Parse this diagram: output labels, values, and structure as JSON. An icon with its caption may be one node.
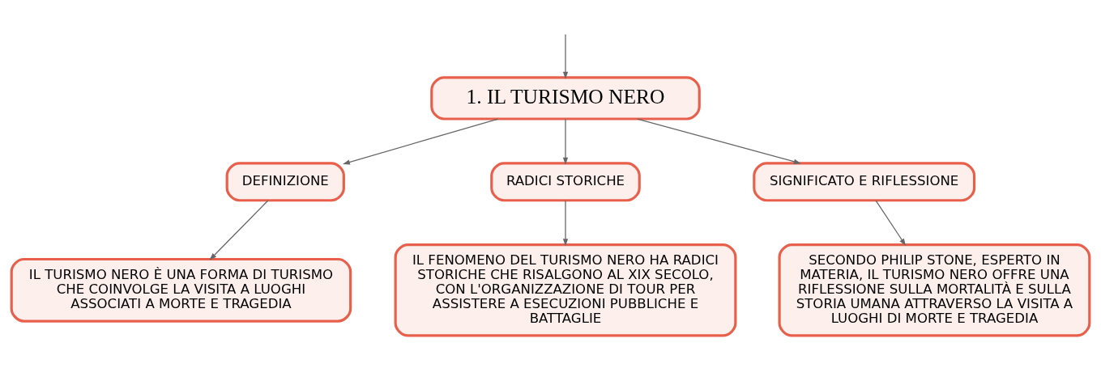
{
  "diagram": {
    "nodes": [
      {
        "text": [
          "1. IL TURISMO NERO"
        ]
      },
      {
        "text": [
          "DEFINIZIONE"
        ]
      },
      {
        "text": [
          "RADICI STORICHE"
        ]
      },
      {
        "text": [
          "SIGNIFICATO E RIFLESSIONE"
        ]
      },
      {
        "text": [
          "IL TURISMO NERO È UNA FORMA DI TURISMO CHE COINVOLGE LA VISITA A LUOGHI ASSOCIATI A MORTE E TRAGEDIA"
        ]
      },
      {
        "text": [
          "IL FENOMENO DEL TURISMO NERO HA RADICI STORICHE CHE RISALGONO AL XIX SECOLO, CON L'ORGANIZZAZIONE DI TOUR PER ASSISTERE A ESECUZIONI PUBBLICHE E BATTAGLIE"
        ]
      },
      {
        "text": [
          "SECONDO PHILIP STONE, ESPERTO IN MATERIA, IL TURISMO NERO OFFRE UNA RIFLESSIONE SULLA MORTALITÀ E SULLA STORIA UMANA ATTRAVERSO LA VISITA A LUOGHI DI MORTE E TRAGEDIA"
        ]
      }
    ],
    "edges": [
      {
        "from": null,
        "to": 0,
        "arrow": "to"
      },
      {
        "from": 0,
        "to": 1,
        "arrow": "to"
      },
      {
        "from": 0,
        "to": 2,
        "arrow": "to"
      },
      {
        "from": 0,
        "to": 3,
        "arrow": "to"
      },
      {
        "from": 1,
        "to": 4,
        "arrow": "to"
      },
      {
        "from": 2,
        "to": 5,
        "arrow": "to"
      },
      {
        "from": 3,
        "to": 6,
        "arrow": "to"
      }
    ]
  }
}
